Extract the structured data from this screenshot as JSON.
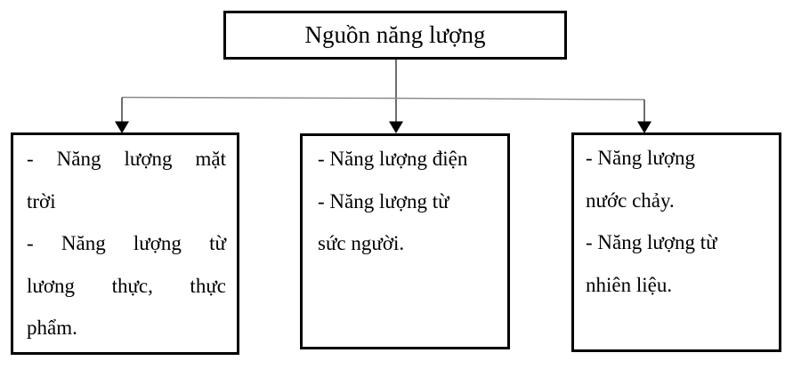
{
  "colors": {
    "canvas-bg": "#ffffff",
    "box-border": "#000000",
    "text-color": "#000000",
    "connector": "#8a8a8a",
    "connector-dark": "#4a4a4a",
    "arrowhead": "#000000"
  },
  "diagram": {
    "root_label": "Nguồn năng lượng",
    "boxes": [
      {
        "lines": [
          "- Năng lượng mặt",
          "trời",
          "- Năng lượng từ",
          "lương thực, thực",
          "phẩm."
        ]
      },
      {
        "lines": [
          "- Năng lượng điện",
          "- Năng lượng từ",
          "sức người."
        ]
      },
      {
        "lines": [
          "- Năng lượng",
          "nước chảy.",
          "- Năng lượng từ",
          "nhiên liệu."
        ]
      }
    ]
  }
}
